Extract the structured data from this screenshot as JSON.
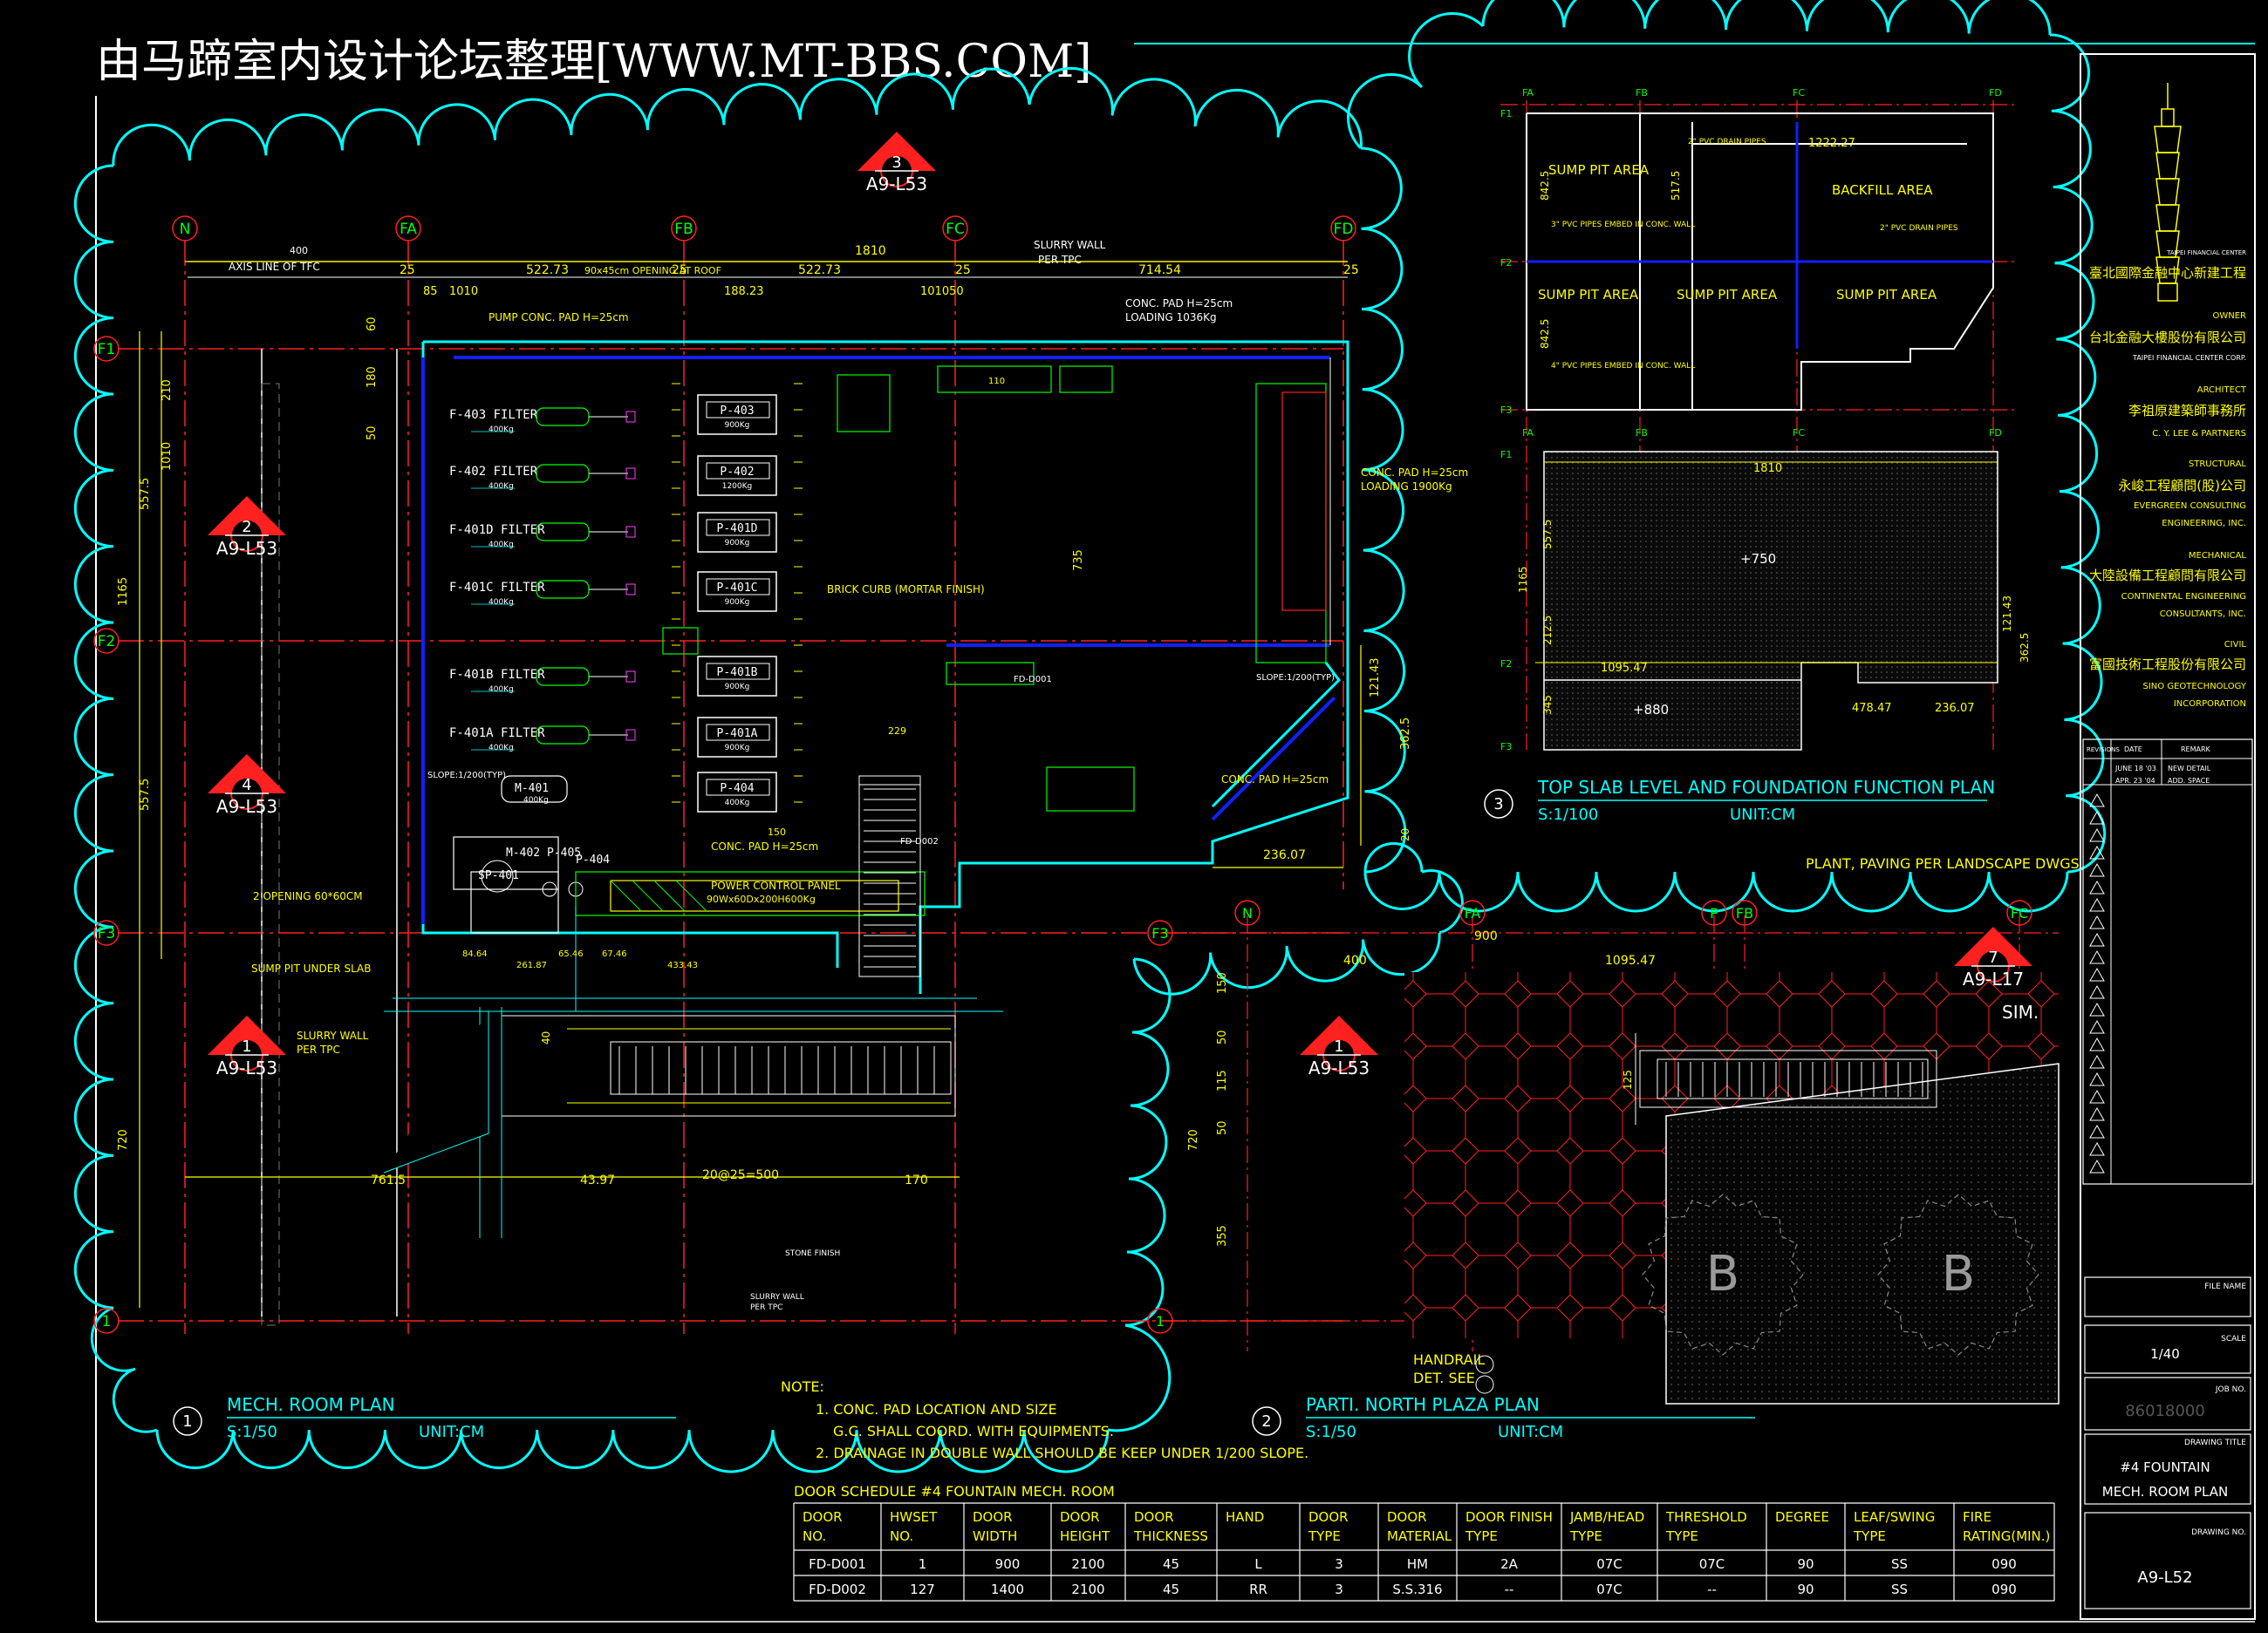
{
  "watermark": "由马蹄室内设计论坛整理[WWW.MT-BBS.COM]",
  "colors": {
    "bg": "#000000",
    "cyan": "#00ffff",
    "yellow": "#ffff00",
    "white": "#ffffff",
    "green": "#00ff00",
    "red": "#ff2020",
    "blue": "#1020ff",
    "magenta": "#ff40ff"
  },
  "grid_axes": {
    "plan1_top": [
      "N",
      "FA",
      "FB",
      "FC",
      "FD"
    ],
    "plan1_left": [
      "F1",
      "F2",
      "F3",
      "1"
    ],
    "plan2_top": [
      "N",
      "FA",
      "P",
      "FB",
      "FC"
    ],
    "plan2_left": [
      "F3",
      "1"
    ]
  },
  "section_markers": [
    {
      "num": "3",
      "sheet": "A9-L53"
    },
    {
      "num": "2",
      "sheet": "A9-L53"
    },
    {
      "num": "4",
      "sheet": "A9-L53"
    },
    {
      "num": "1",
      "sheet": "A9-L53"
    },
    {
      "num": "1",
      "sheet": "A9-L53"
    },
    {
      "num": "7",
      "sheet": "A9-L17",
      "note": "SIM."
    }
  ],
  "plan1": {
    "dims_top": [
      "400",
      "25",
      "522.73",
      "90x45cm OPENING AT ROOF",
      "25",
      "522.73",
      "25",
      "714.54",
      "25",
      "1810",
      "85",
      "1010",
      "188.23",
      "101050"
    ],
    "labels": [
      "AXIS LINE OF TFC",
      "SLURRY WALL",
      "PER TPC",
      "PUMP CONC. PAD H=25cm",
      "CONC. PAD H=25cm",
      "LOADING 1036Kg",
      "CONC. PAD H=25cm",
      "LOADING 1900Kg",
      "BRICK CURB (MORTAR FINISH)",
      "CONC. PAD H=25cm",
      "CONC. PAD H=25cm",
      "POWER CONTROL PANEL",
      "90Wx60Dx200H600Kg",
      "SUMP PIT UNDER SLAB",
      "2 OPENING 60*60CM",
      "SLURRY WALL",
      "PER TPC",
      "STONE FINISH",
      "SLURRY WALL",
      "PER TPC",
      "FD-D001",
      "FD-D002",
      "SLOPE:1/200(TYP)",
      "SLOPE:1/200(TYP)"
    ],
    "equipment": [
      {
        "tag": "F-403 FILTER",
        "wt": "400Kg"
      },
      {
        "tag": "F-402 FILTER",
        "wt": "400Kg"
      },
      {
        "tag": "F-401D FILTER",
        "wt": "400Kg"
      },
      {
        "tag": "F-401C FILTER",
        "wt": "400Kg"
      },
      {
        "tag": "F-401B FILTER",
        "wt": "400Kg"
      },
      {
        "tag": "F-401A FILTER",
        "wt": "400Kg"
      },
      {
        "tag": "M-401",
        "wt": "400Kg"
      },
      {
        "tag": "SP-401",
        "wt": ""
      },
      {
        "tag": "M-402",
        "wt": ""
      },
      {
        "tag": "P-405",
        "wt": ""
      },
      {
        "tag": "P-404",
        "wt": ""
      }
    ],
    "pumps": [
      {
        "tag": "P-403",
        "wt": "900Kg"
      },
      {
        "tag": "P-402",
        "wt": "1200Kg"
      },
      {
        "tag": "P-401D",
        "wt": "900Kg"
      },
      {
        "tag": "P-401C",
        "wt": "900Kg"
      },
      {
        "tag": "P-401B",
        "wt": "900Kg"
      },
      {
        "tag": "P-401A",
        "wt": "900Kg"
      },
      {
        "tag": "P-404",
        "wt": "400Kg"
      }
    ],
    "dims_misc": [
      "1165",
      "557.5",
      "557.5",
      "720",
      "210",
      "1010",
      "180",
      "50",
      "60",
      "735",
      "121.43",
      "362.5",
      "236.07",
      "229",
      "150",
      "761.5",
      "43.97",
      "20@25=500",
      "170",
      "433.43",
      "261.87",
      "65.46",
      "67.46",
      "84.64",
      "20",
      "110",
      "40"
    ]
  },
  "plan1_title": {
    "num": "1",
    "title": "MECH. ROOM PLAN",
    "scale": "S:1/50",
    "unit": "UNIT:CM"
  },
  "plan2_title": {
    "num": "2",
    "title": "PARTI. NORTH PLAZA PLAN",
    "scale": "S:1/50",
    "unit": "UNIT:CM"
  },
  "plan3_title": {
    "num": "3",
    "title": "TOP SLAB LEVEL AND FOUNDATION FUNCTION PLAN",
    "scale": "S:1/100",
    "unit": "UNIT:CM"
  },
  "plan2": {
    "dims": [
      "900",
      "400",
      "1095.47",
      "150",
      "50",
      "115",
      "50",
      "720",
      "355",
      "125"
    ],
    "labels": [
      "PLANT, PAVING PER LANDSCAPE DWGS",
      "HANDRAIL",
      "DET. SEE"
    ],
    "b_marks": [
      "B",
      "B"
    ]
  },
  "plan3": {
    "axes": [
      "F1",
      "F2",
      "F3",
      "FA",
      "FB",
      "FC",
      "FD"
    ],
    "areas": [
      "SUMP PIT AREA",
      "BACKFILL AREA",
      "SUMP PIT AREA",
      "SUMP PIT AREA",
      "SUMP PIT AREA"
    ],
    "pipe_notes": [
      "2\" PVC DRAIN PIPES",
      "3\" PVC PIPES EMBED IN CONC. WALL",
      "2\" PVC DRAIN PIPES",
      "4\" PVC PIPES EMBED IN CONC. WALL"
    ],
    "dims": [
      "1222.27",
      "842.5",
      "517.5",
      "842.5",
      "1810",
      "1165",
      "557.5",
      "212.5",
      "345",
      "1095.47",
      "478.47",
      "236.07",
      "121.43",
      "362.5"
    ],
    "levels": [
      "+750",
      "+880"
    ]
  },
  "notes": {
    "title": "NOTE:",
    "lines": [
      "1. CONC. PAD LOCATION AND SIZE",
      "G.C. SHALL COORD. WITH EQUIPMENTS.",
      "2. DRAINAGE IN DOUBLE WALL SHOULD BE KEEP UNDER 1/200 SLOPE."
    ]
  },
  "door_schedule": {
    "title": "DOOR SCHEDULE #4 FOUNTAIN MECH. ROOM",
    "headers": [
      "DOOR NO.",
      "HWSET NO.",
      "DOOR WIDTH",
      "DOOR HEIGHT",
      "DOOR THICKNESS",
      "HAND",
      "DOOR TYPE",
      "DOOR MATERIAL",
      "DOOR FINISH TYPE",
      "JAMB/HEAD TYPE",
      "THRESHOLD TYPE",
      "DEGREE",
      "LEAF/SWING TYPE",
      "FIRE RATING(MIN.)"
    ],
    "rows": [
      [
        "FD-D001",
        "1",
        "900",
        "2100",
        "45",
        "L",
        "3",
        "HM",
        "2A",
        "07C",
        "07C",
        "90",
        "SS",
        "090"
      ],
      [
        "FD-D002",
        "127",
        "1400",
        "2100",
        "45",
        "RR",
        "3",
        "S.S.316",
        "--",
        "07C",
        "--",
        "90",
        "SS",
        "090"
      ]
    ]
  },
  "title_block": {
    "project_en": "TAIPEI FINANCIAL CENTER",
    "project_cn": "臺北國際金融中心新建工程",
    "owner_label": "OWNER",
    "owner_cn": "台北金融大樓股份有限公司",
    "owner_en": "TAIPEI FINANCIAL CENTER CORP.",
    "architect_label": "ARCHITECT",
    "architect_cn": "李祖原建築師事務所",
    "architect_en": "C. Y. LEE & PARTNERS",
    "structural_label": "STRUCTURAL",
    "structural_cn": "永峻工程顧問(股)公司",
    "structural_en1": "EVERGREEN CONSULTING",
    "structural_en2": "ENGINEERING, INC.",
    "mechanical_label": "MECHANICAL",
    "mechanical_cn": "大陸設備工程顧問有限公司",
    "mechanical_en1": "CONTINENTAL ENGINEERING",
    "mechanical_en2": "CONSULTANTS, INC.",
    "civil_label": "CIVIL",
    "civil_cn": "富國技術工程股份有限公司",
    "civil_en1": "SINO GEOTECHNOLOGY",
    "civil_en2": "INCORPORATION",
    "revisions_header": [
      "REVISIONS",
      "DATE",
      "REMARK"
    ],
    "revisions": [
      [
        "",
        "JUNE 18 '03",
        "NEW DETAIL"
      ],
      [
        "",
        "APR. 23 '04",
        "ADD. SPACE"
      ]
    ],
    "file_name_label": "FILE NAME",
    "scale_label": "SCALE",
    "scale": "1/40",
    "job_label": "JOB NO.",
    "job_no": "86018000",
    "drawing_title_label": "DRAWING TITLE",
    "drawing_title1": "#4 FOUNTAIN",
    "drawing_title2": "MECH. ROOM PLAN",
    "drawing_no_label": "DRAWING NO.",
    "drawing_no": "A9-L52"
  }
}
